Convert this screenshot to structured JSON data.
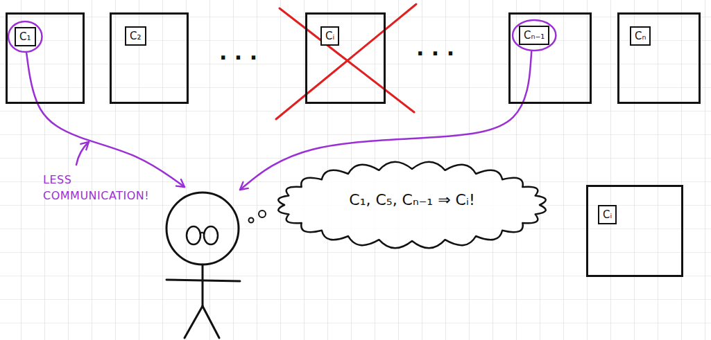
{
  "diagram": {
    "nodes": [
      {
        "text": [
          "C₁"
        ]
      },
      {
        "text": [
          "C₂"
        ]
      },
      {
        "text": [
          "Cᵢ"
        ]
      },
      {
        "text": [
          "Cₙ₋₁"
        ]
      },
      {
        "text": [
          "Cₙ"
        ]
      },
      {
        "text": [
          "C₁, C₅, Cₙ₋₁ ⇒ Cᵢ!"
        ]
      },
      {
        "text": [
          "Cᵢ"
        ]
      }
    ],
    "labels": [
      "· · ·",
      "· · ·",
      "LESS COMMUNICATION!"
    ]
  }
}
